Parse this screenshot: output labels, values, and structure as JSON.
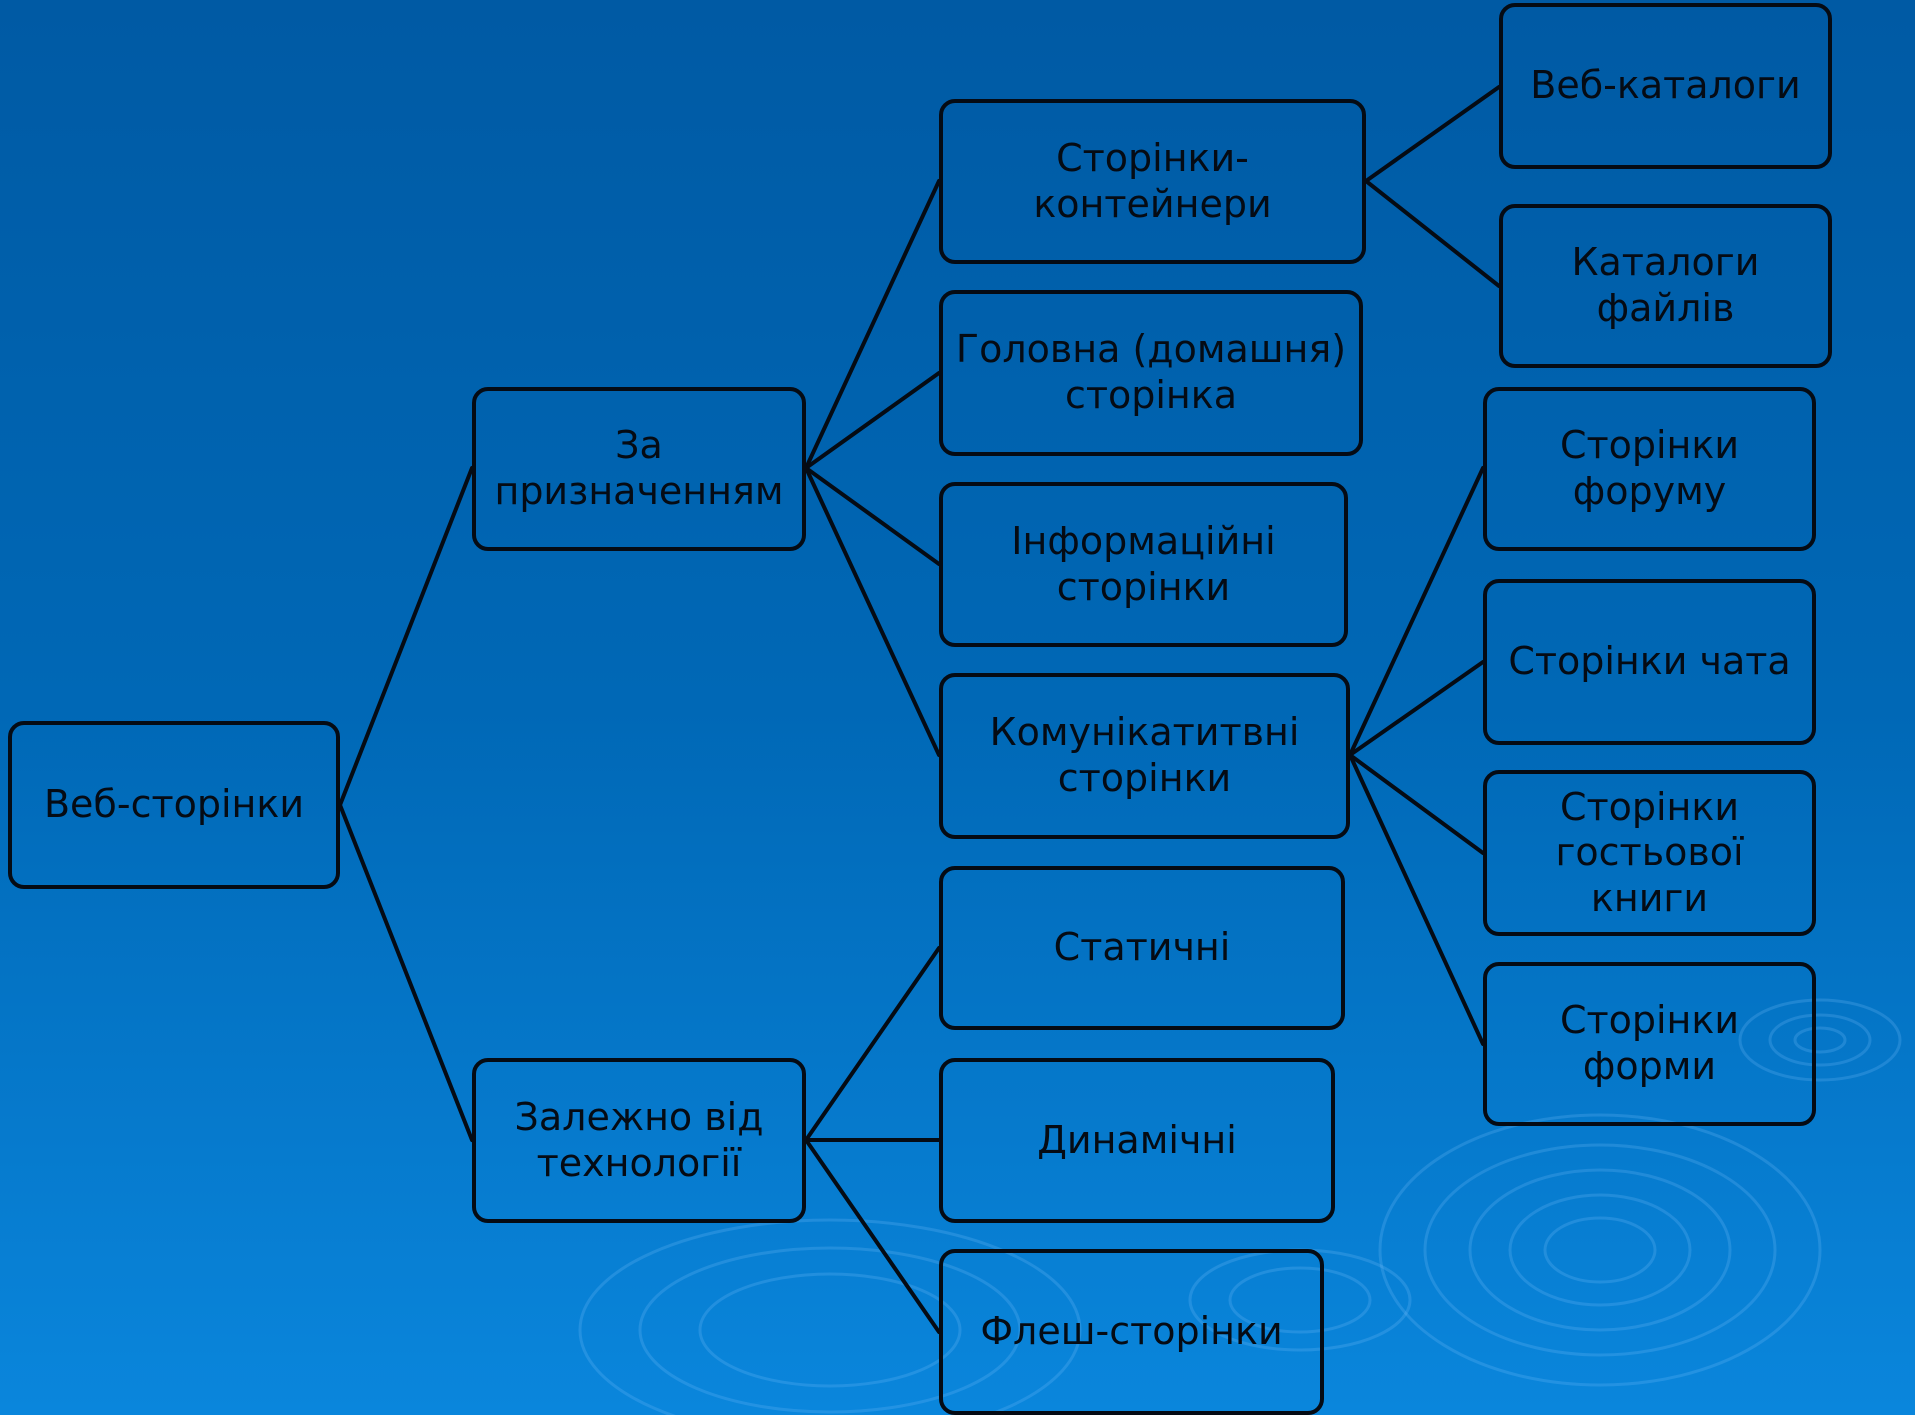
{
  "colors": {
    "background_top": "#005aa4",
    "background_bottom": "#0a86dc",
    "line": "#050b14",
    "text": "#050b14"
  },
  "nodes": {
    "root": "Веб-сторінки",
    "by_purpose": "За\nпризначенням",
    "by_technology": "Залежно від\nтехнології",
    "container_pages": "Сторінки-контейнери",
    "home_page": "Головна (домашня)\nсторінка",
    "info_pages": "Інформаційні\nсторінки",
    "communicative_pages": "Комунікатитвні\nсторінки",
    "static": "Статичні",
    "dynamic": "Динамічні",
    "flash_pages": "Флеш-сторінки",
    "web_catalogs": "Веб-каталоги",
    "file_catalogs": "Каталоги файлів",
    "forum_pages": "Сторінки\nфоруму",
    "chat_pages": "Сторінки чата",
    "guestbook_pages": "Сторінки\nгостьової книги",
    "form_pages": "Сторінки форми"
  }
}
